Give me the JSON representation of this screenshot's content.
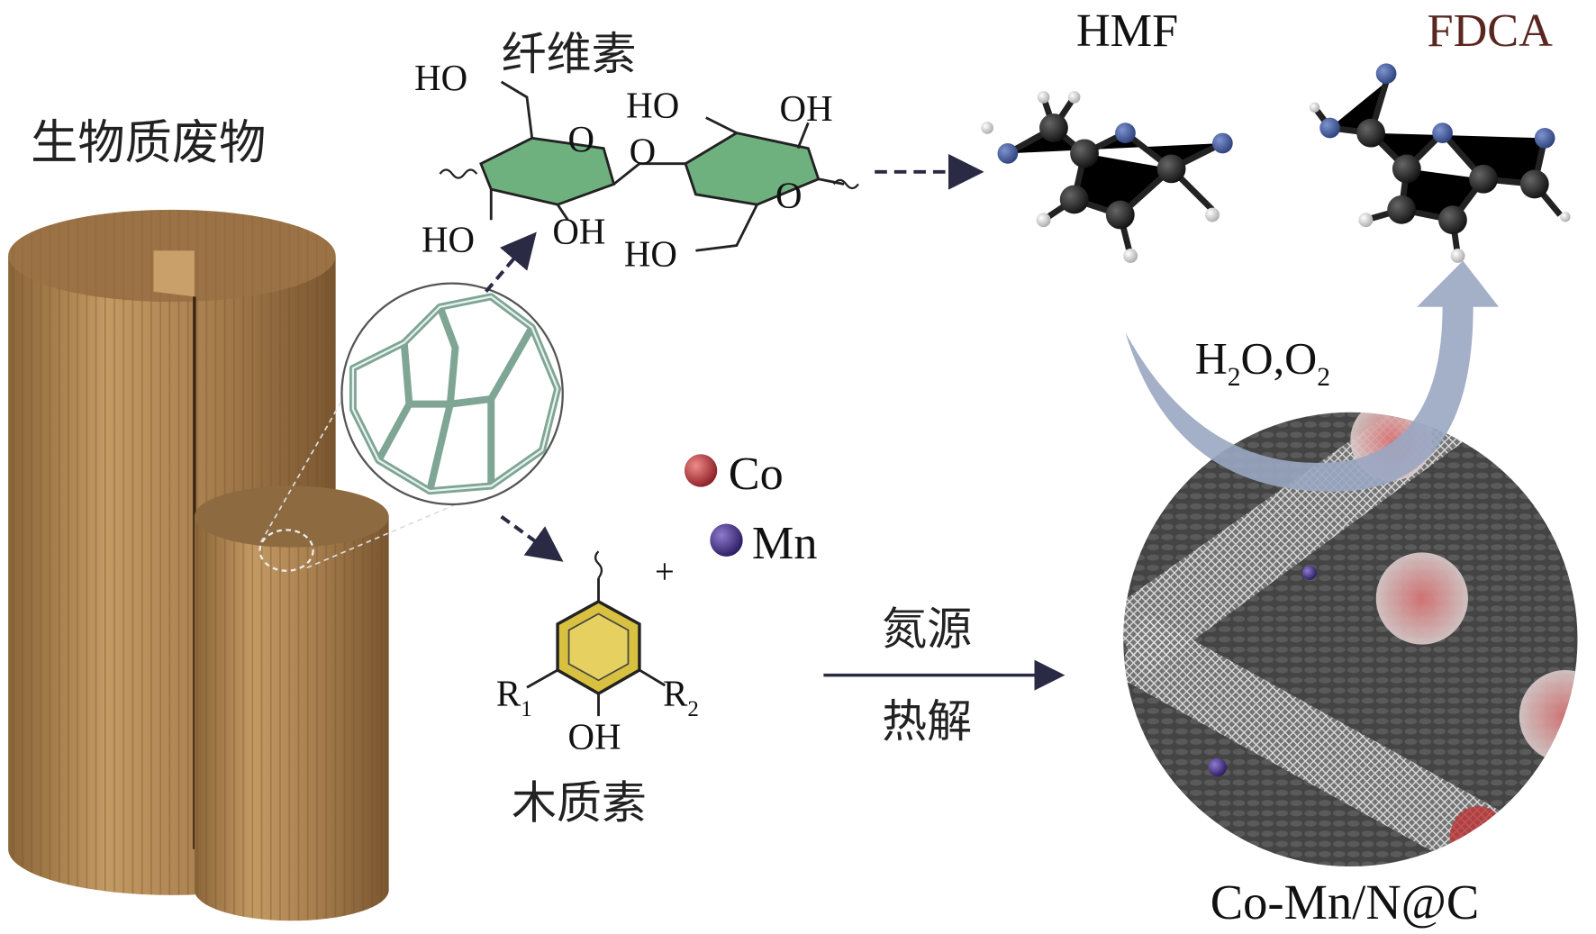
{
  "biomass_label": "生物质废物",
  "cellulose": {
    "label": "纤维素",
    "groups": [
      "HO",
      "O",
      "O",
      "HO",
      "OH",
      "HO",
      "OH",
      "HO",
      "O"
    ]
  },
  "lignin": {
    "label": "木质素",
    "r1": "R",
    "r1_sub": "1",
    "r2": "R",
    "r2_sub": "2",
    "oh": "OH",
    "plus": "+"
  },
  "metals": [
    {
      "label": "Co",
      "color": "#b3333a"
    },
    {
      "label": "Mn",
      "color": "#4a2f86"
    }
  ],
  "process": {
    "top": "氮源",
    "bottom": "热解"
  },
  "hmf_label": "HMF",
  "fdca_label": "FDCA",
  "fdca_color": "#5a2620",
  "oxidant": {
    "h": "H",
    "sub1": "2",
    "o_o": "O,O",
    "sub2": "2"
  },
  "catalyst_label": "Co-Mn/N@C",
  "colors": {
    "wood": "#a9804f",
    "ring_green": "#6fb07f",
    "ring_yellow": "#d8c040",
    "arrow": "#9aa6c2",
    "catalyst_bg": "#4a4a4a"
  }
}
